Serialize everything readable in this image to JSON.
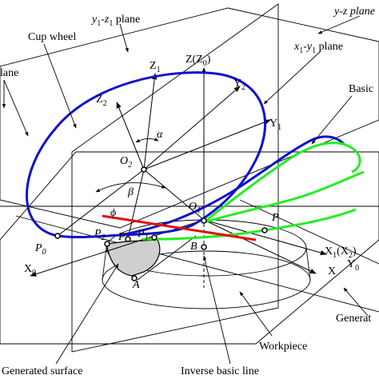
{
  "diagram": {
    "labels": {
      "y1_z1_plane_a": "y",
      "y1_z1_plane_a_sub": "1",
      "y1_z1_plane_b": "-z",
      "y1_z1_plane_b_sub": "1",
      "y1_z1_plane_c": " plane",
      "yz_plane": "y-z plane",
      "x1y1_plane_a": "x",
      "x1y1_plane_a_sub": "1",
      "x1y1_plane_b": "-y",
      "x1y1_plane_b_sub": "1",
      "x1y1_plane_c": " plane",
      "cut_plane": "lane",
      "cup_wheel": "Cup wheel",
      "basic_cut": "Basic",
      "z1": "Z",
      "z1_sub": "1",
      "zz0": "Z(Z",
      "zz0_sub": "0",
      "zz0_end": ")",
      "z2": "Z",
      "z2_sub": "2",
      "y2": "Y",
      "y2_sub": "2",
      "y1": "Y",
      "y1_sub": "1",
      "alpha": "α",
      "beta": "β",
      "phi": "ϕ",
      "o2": "O",
      "o2_sub": "2",
      "o1": "O",
      "o1_sub": "1",
      "p": "P",
      "p0": "P",
      "p0_sub": "0",
      "p1": "P",
      "p1_sub": "1",
      "p2": "P",
      "p2_sub": "2",
      "p_mid": "P",
      "b": "B",
      "a": "A",
      "x0": "X",
      "x0_sub": "0",
      "x1x2": "X",
      "x1x2_sub1": "1",
      "x1x2_mid": "(X",
      "x1x2_sub2": "2",
      "x1x2_end": ")",
      "y0": "Y",
      "y0_sub": "0",
      "x": "X",
      "generat_cut": "Generat",
      "workpiece": "Workpiece",
      "generated_surface": "Generated surface",
      "inverse_basic_line": "Inverse basic line"
    },
    "colors": {
      "cup_wheel_curve": "#1010cc",
      "green_curve": "#22ee22",
      "red_line": "#e01010",
      "surface_fill": "#cfcfcf"
    }
  }
}
